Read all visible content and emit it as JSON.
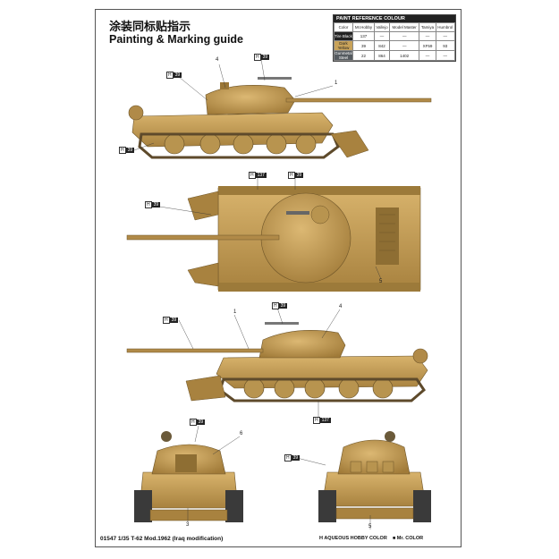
{
  "title_cn": "涂装同标贴指示",
  "title_en": "Painting & Marking guide",
  "reference": {
    "heading": "PAINT REFERENCE COLOUR",
    "columns": [
      "Color",
      "Mr.Hobby",
      "Vallejo",
      "Model Master",
      "Tamiya",
      "Humbrol"
    ],
    "rows": [
      {
        "name": "Tire Black",
        "swatch": "#222222",
        "hobby": "137",
        "vallejo": "—",
        "master": "—",
        "tamiya": "—",
        "humbrol": "—"
      },
      {
        "name": "Dark Yellow",
        "swatch": "#c9a35a",
        "hobby": "39",
        "vallejo": "842",
        "master": "—",
        "tamiya": "XF59",
        "humbrol": "93"
      },
      {
        "name": "Gunmetal Steel",
        "swatch": "#555b60",
        "hobby": "22",
        "vallejo": "864",
        "master": "1402",
        "tamiya": "—",
        "humbrol": "—"
      }
    ]
  },
  "callouts": [
    {
      "code": "39",
      "id": "c1"
    },
    {
      "code": "39",
      "id": "c2"
    },
    {
      "code": "39",
      "id": "c3"
    },
    {
      "code": "137",
      "id": "c4"
    },
    {
      "code": "39",
      "id": "c5"
    },
    {
      "code": "39",
      "id": "c6"
    },
    {
      "code": "39",
      "id": "c7"
    },
    {
      "code": "39",
      "id": "c8"
    },
    {
      "code": "137",
      "id": "c9"
    },
    {
      "code": "39",
      "id": "c10"
    },
    {
      "code": "39",
      "id": "c11"
    }
  ],
  "numbers": [
    "4",
    "1",
    "5",
    "1",
    "4",
    "6",
    "3",
    "5"
  ],
  "footer": "01547 1/35  T-62 Mod.1962 (Iraq modification)",
  "legend_hobby": "AQUEOUS HOBBY COLOR",
  "legend_mr": "Mr. COLOR",
  "colors": {
    "sand": "#c9a35a",
    "sand_dark": "#a8823f",
    "shadow": "#8a6a30",
    "track": "#6e5a3a"
  }
}
